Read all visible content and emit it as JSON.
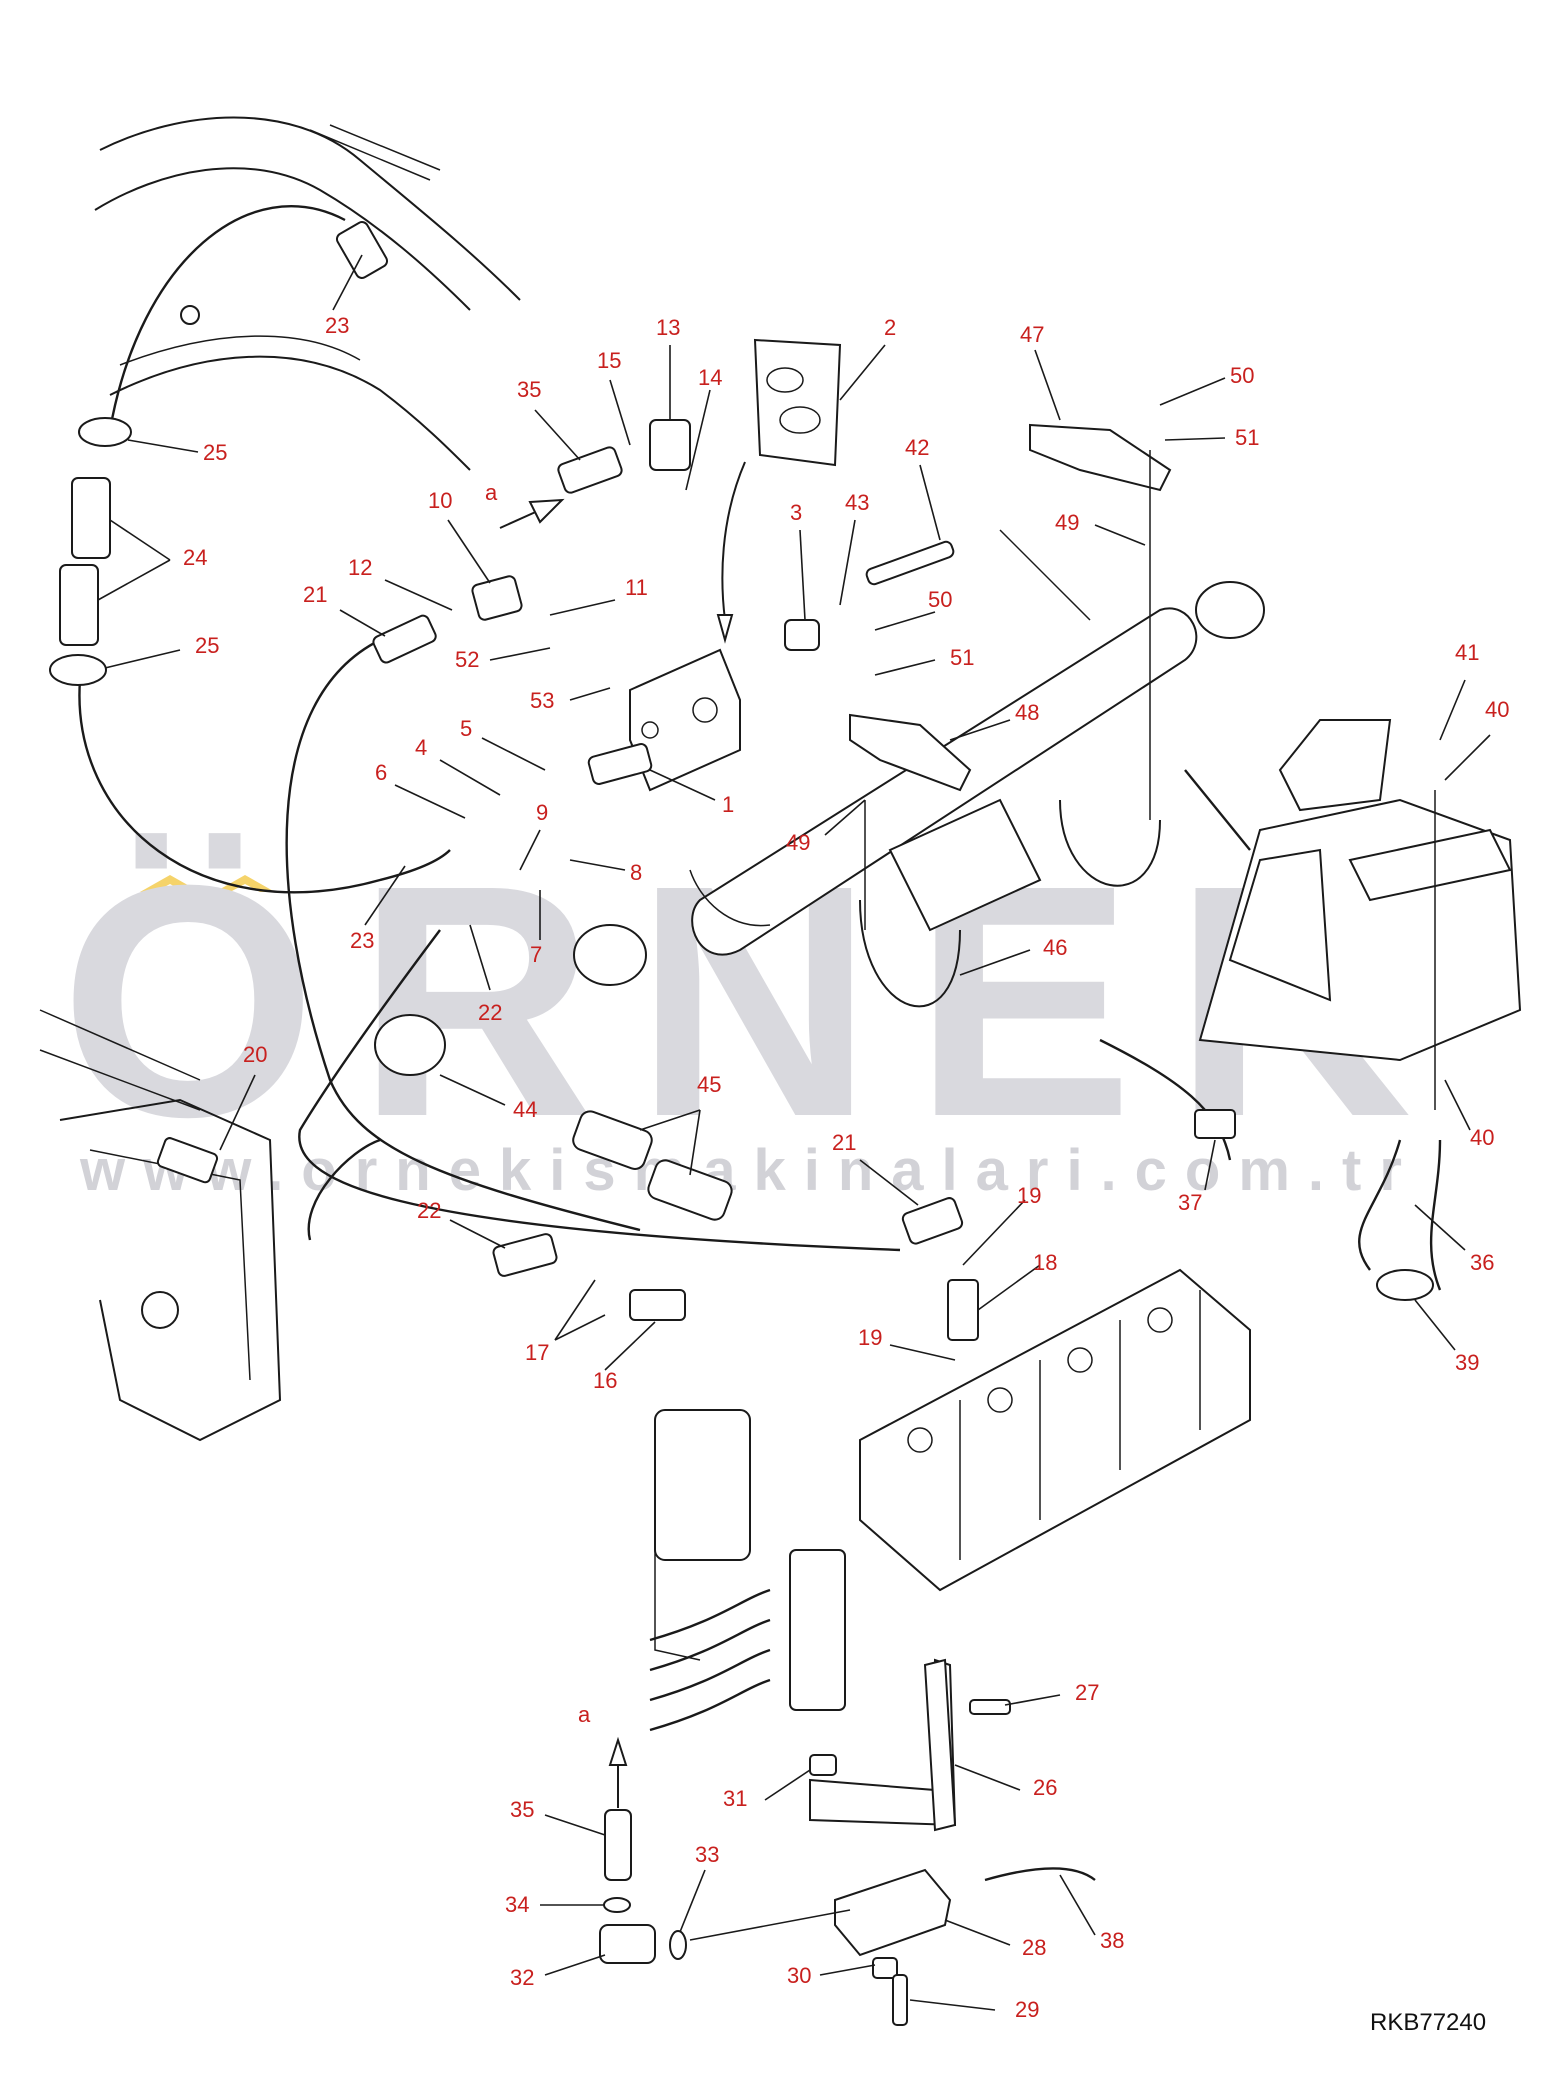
{
  "drawing": {
    "reference_code": "RKB77240",
    "watermark_brand": "ÖRNEK",
    "watermark_url": "www.ornekismakinalari.com.tr",
    "callout_color": "#c8201e",
    "line_color": "#1a1a1a",
    "watermark_color": "#d9d9de",
    "accent_chevron_color": "#f5d36a"
  },
  "arrow_labels": [
    "a",
    "a"
  ],
  "callouts": [
    {
      "id": "c-23-top",
      "label": "23"
    },
    {
      "id": "c-25-top",
      "label": "25"
    },
    {
      "id": "c-24",
      "label": "24"
    },
    {
      "id": "c-25-bot",
      "label": "25"
    },
    {
      "id": "c-21-left",
      "label": "21"
    },
    {
      "id": "c-12",
      "label": "12"
    },
    {
      "id": "c-10",
      "label": "10"
    },
    {
      "id": "c-11",
      "label": "11"
    },
    {
      "id": "c-52",
      "label": "52"
    },
    {
      "id": "c-53",
      "label": "53"
    },
    {
      "id": "c-5",
      "label": "5"
    },
    {
      "id": "c-4",
      "label": "4"
    },
    {
      "id": "c-6",
      "label": "6"
    },
    {
      "id": "c-9",
      "label": "9"
    },
    {
      "id": "c-8",
      "label": "8"
    },
    {
      "id": "c-7",
      "label": "7"
    },
    {
      "id": "c-23-mid",
      "label": "23"
    },
    {
      "id": "c-22-mid",
      "label": "22"
    },
    {
      "id": "c-1",
      "label": "1"
    },
    {
      "id": "c-35-top",
      "label": "35"
    },
    {
      "id": "c-15",
      "label": "15"
    },
    {
      "id": "c-13",
      "label": "13"
    },
    {
      "id": "c-14",
      "label": "14"
    },
    {
      "id": "c-2",
      "label": "2"
    },
    {
      "id": "c-3",
      "label": "3"
    },
    {
      "id": "c-43",
      "label": "43"
    },
    {
      "id": "c-42",
      "label": "42"
    },
    {
      "id": "c-47",
      "label": "47"
    },
    {
      "id": "c-50-top",
      "label": "50"
    },
    {
      "id": "c-51-top",
      "label": "51"
    },
    {
      "id": "c-49-top",
      "label": "49"
    },
    {
      "id": "c-50-mid",
      "label": "50"
    },
    {
      "id": "c-51-mid",
      "label": "51"
    },
    {
      "id": "c-48",
      "label": "48"
    },
    {
      "id": "c-49-mid",
      "label": "49"
    },
    {
      "id": "c-46",
      "label": "46"
    },
    {
      "id": "c-41",
      "label": "41"
    },
    {
      "id": "c-40-top",
      "label": "40"
    },
    {
      "id": "c-40-bot",
      "label": "40"
    },
    {
      "id": "c-20",
      "label": "20"
    },
    {
      "id": "c-44",
      "label": "44"
    },
    {
      "id": "c-45",
      "label": "45"
    },
    {
      "id": "c-21-mid",
      "label": "21"
    },
    {
      "id": "c-19-top",
      "label": "19"
    },
    {
      "id": "c-18",
      "label": "18"
    },
    {
      "id": "c-19-bot",
      "label": "19"
    },
    {
      "id": "c-22-low",
      "label": "22"
    },
    {
      "id": "c-17",
      "label": "17"
    },
    {
      "id": "c-16",
      "label": "16"
    },
    {
      "id": "c-37",
      "label": "37"
    },
    {
      "id": "c-36",
      "label": "36"
    },
    {
      "id": "c-39",
      "label": "39"
    },
    {
      "id": "c-27",
      "label": "27"
    },
    {
      "id": "c-26",
      "label": "26"
    },
    {
      "id": "c-31",
      "label": "31"
    },
    {
      "id": "c-35-bot",
      "label": "35"
    },
    {
      "id": "c-34",
      "label": "34"
    },
    {
      "id": "c-33",
      "label": "33"
    },
    {
      "id": "c-32",
      "label": "32"
    },
    {
      "id": "c-30",
      "label": "30"
    },
    {
      "id": "c-28",
      "label": "28"
    },
    {
      "id": "c-38",
      "label": "38"
    },
    {
      "id": "c-29",
      "label": "29"
    }
  ]
}
